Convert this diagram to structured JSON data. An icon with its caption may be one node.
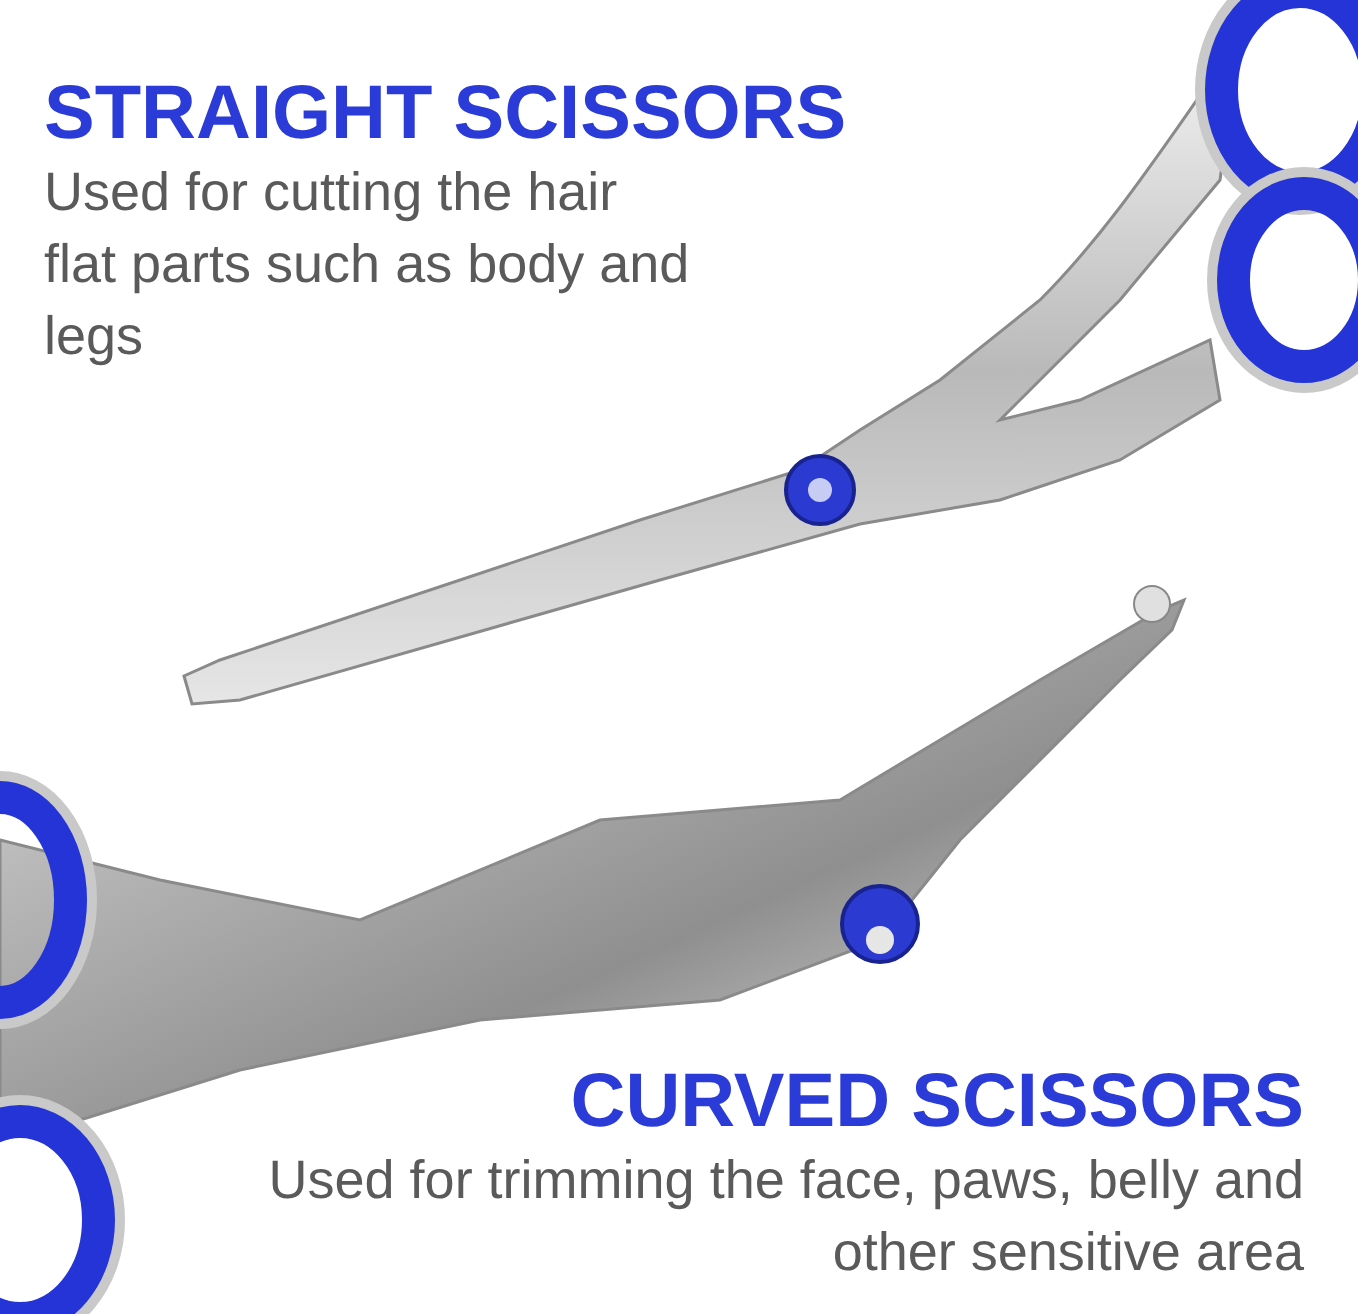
{
  "diagram": {
    "labels": [
      "STRAIGHT SCISSORS",
      "Used for cutting the hair flat parts such as body and legs",
      "CURVED SCISSORS",
      "Used for trimming the face, paws, belly and other sensitive area"
    ]
  }
}
